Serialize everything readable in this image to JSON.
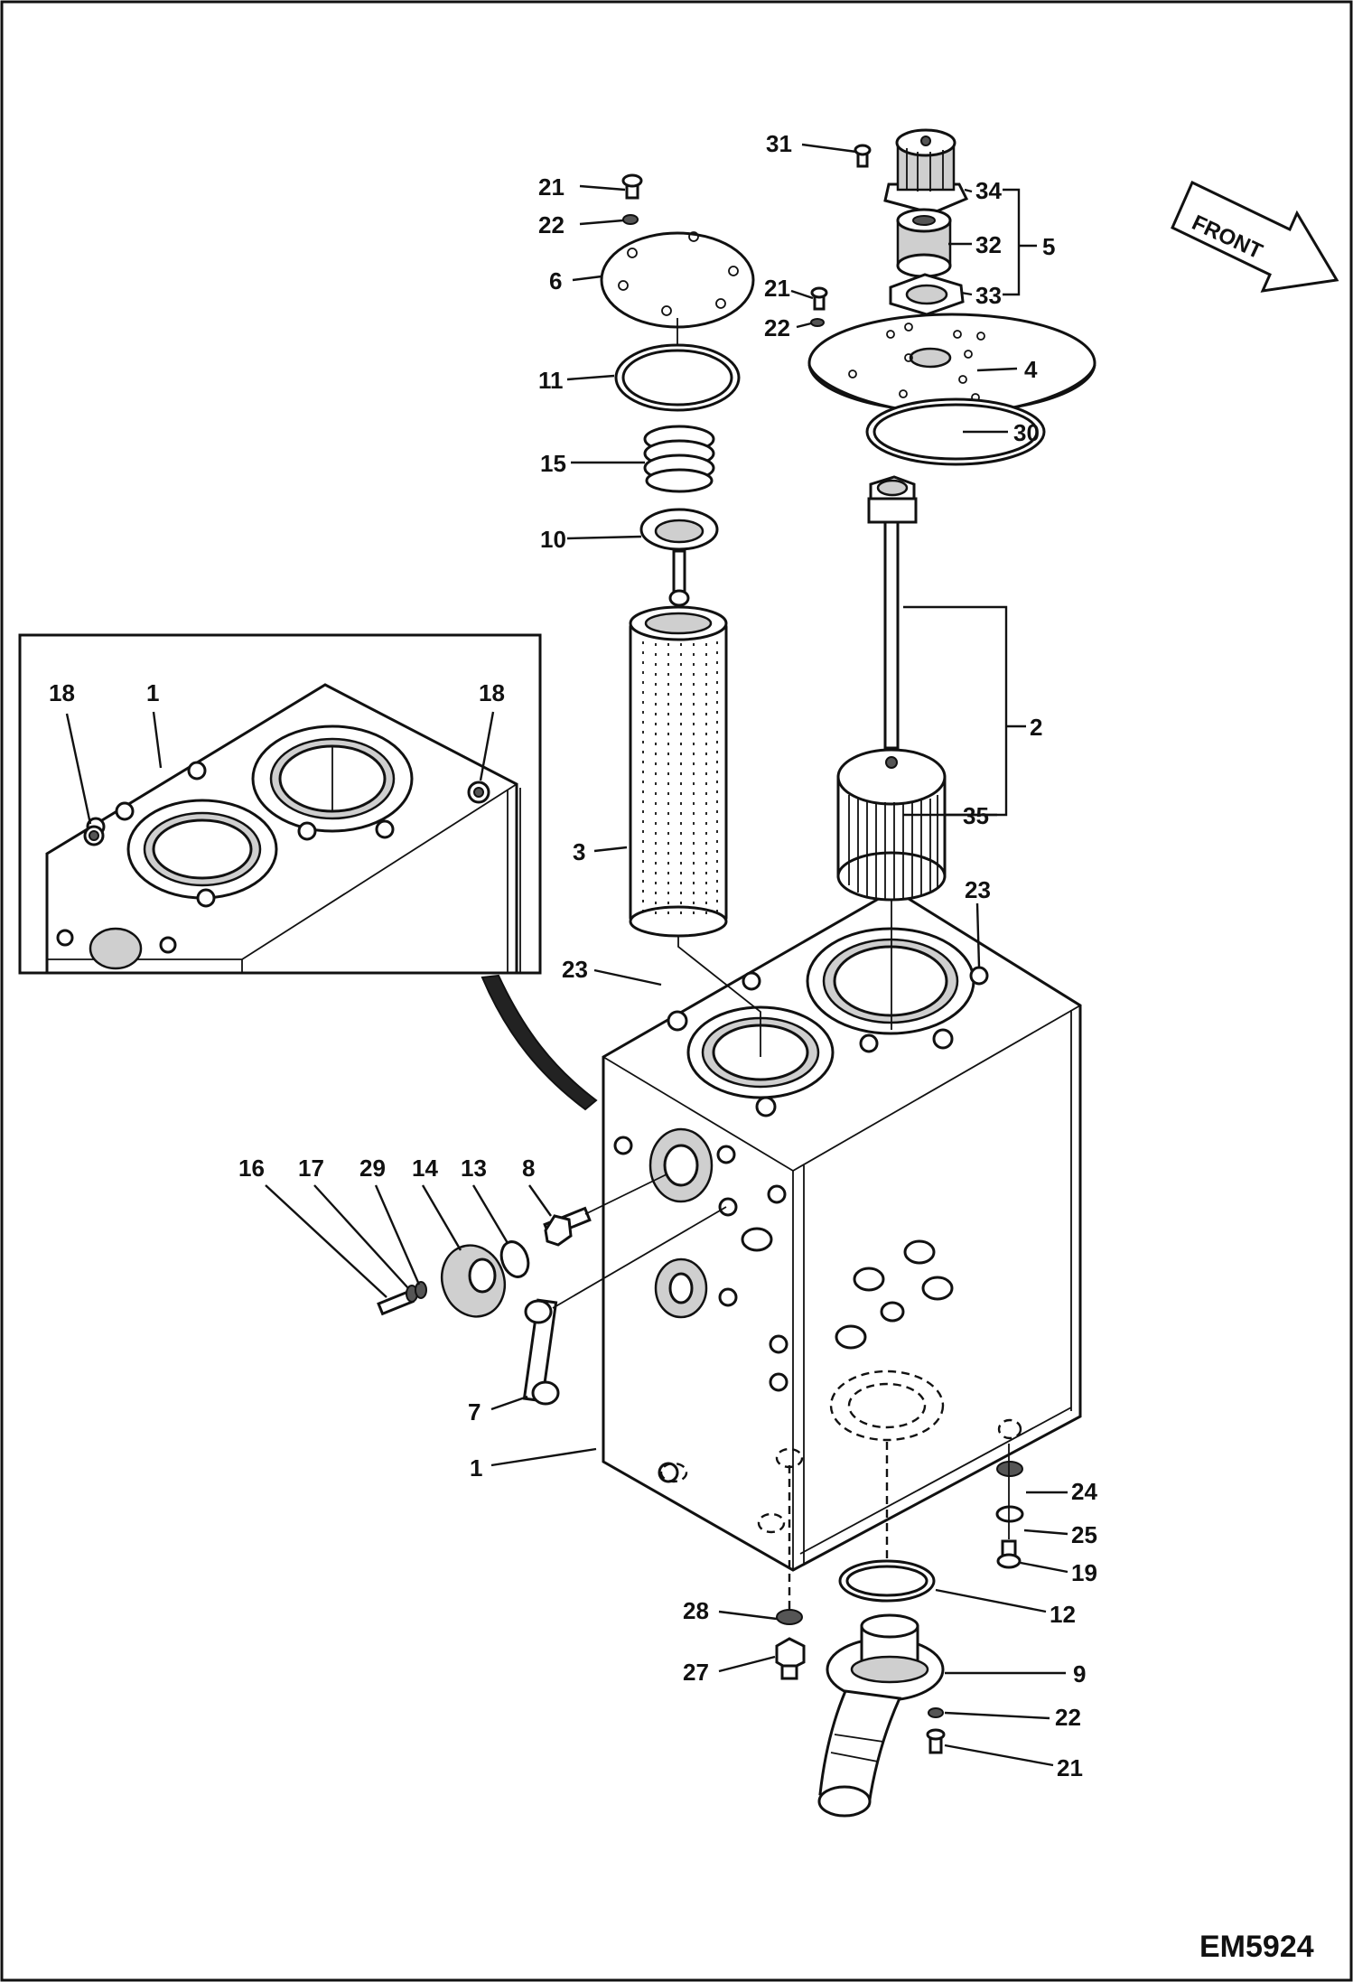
{
  "figure_code": "EM5924",
  "front_label": "FRONT",
  "callouts": {
    "c31": "31",
    "c34": "34",
    "c32": "32",
    "c33": "33",
    "c5": "5",
    "c21a": "21",
    "c22a": "22",
    "c6": "6",
    "c21b": "21",
    "c22b": "22",
    "c4": "4",
    "c11": "11",
    "c30": "30",
    "c15": "15",
    "c10": "10",
    "c2": "2",
    "c35": "35",
    "c3": "3",
    "c23a": "23",
    "c23b": "23",
    "c18a": "18",
    "c1a": "1",
    "c18b": "18",
    "c16": "16",
    "c17": "17",
    "c29": "29",
    "c14": "14",
    "c13": "13",
    "c8": "8",
    "c7": "7",
    "c1b": "1",
    "c24": "24",
    "c25": "25",
    "c19": "19",
    "c12": "12",
    "c28": "28",
    "c27": "27",
    "c9": "9",
    "c22c": "22",
    "c21c": "21"
  }
}
